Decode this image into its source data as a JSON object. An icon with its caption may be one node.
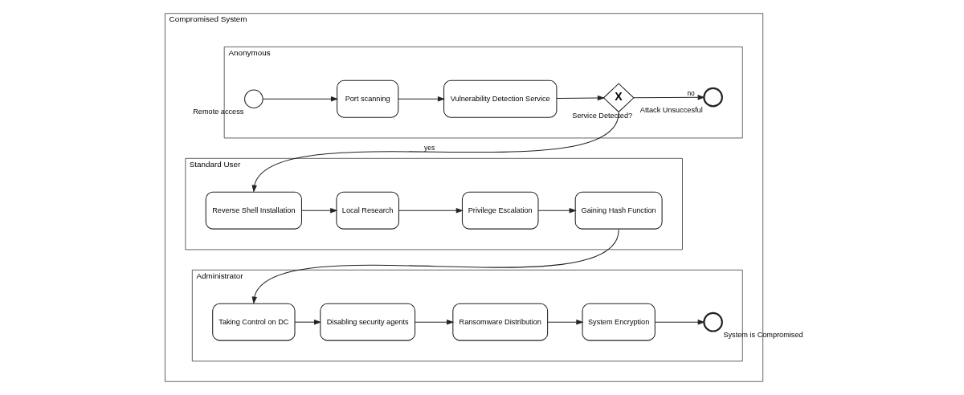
{
  "diagram": {
    "nodes": [
      {
        "text": [
          "Compromised System"
        ]
      },
      {
        "text": [
          "Anonymous"
        ],
        "in": 0
      },
      {
        "text": [
          "Remote access"
        ],
        "in": 1
      },
      {
        "text": [
          "Port scanning"
        ],
        "in": 1
      },
      {
        "text": [
          "Vulnerability Detection Service"
        ],
        "in": 1
      },
      {
        "text": [
          "X",
          "Service Detected?"
        ],
        "in": 1
      },
      {
        "text": [
          "Attack Unsuccesful"
        ],
        "in": 1
      },
      {
        "text": [
          "Standard User"
        ],
        "in": 0
      },
      {
        "text": [
          "Reverse Shell Installation"
        ],
        "in": 7
      },
      {
        "text": [
          "Local Research"
        ],
        "in": 7
      },
      {
        "text": [
          "Privilege Escalation"
        ],
        "in": 7
      },
      {
        "text": [
          "Gaining Hash Function"
        ],
        "in": 7
      },
      {
        "text": [
          "Administrator"
        ],
        "in": 0
      },
      {
        "text": [
          "Taking Control on DC"
        ],
        "in": 12
      },
      {
        "text": [
          "Disabling security agents"
        ],
        "in": 12
      },
      {
        "text": [
          "Ransomware Distribution"
        ],
        "in": 12
      },
      {
        "text": [
          "System Encryption"
        ],
        "in": 12
      },
      {
        "text": [
          "System is Compromised"
        ],
        "in": 12
      }
    ],
    "edges": [
      {
        "from": 2,
        "to": 3,
        "arrow": "to"
      },
      {
        "from": 3,
        "to": 4,
        "arrow": "to"
      },
      {
        "from": 4,
        "to": 5,
        "arrow": "to"
      },
      {
        "from": 5,
        "to": 6,
        "arrow": "to",
        "label": "no"
      },
      {
        "from": 5,
        "to": 8,
        "arrow": "to",
        "label": "yes"
      },
      {
        "from": 8,
        "to": 9,
        "arrow": "to"
      },
      {
        "from": 9,
        "to": 10,
        "arrow": "to"
      },
      {
        "from": 10,
        "to": 11,
        "arrow": "to"
      },
      {
        "from": 11,
        "to": 13,
        "arrow": "to"
      },
      {
        "from": 13,
        "to": 14,
        "arrow": "to"
      },
      {
        "from": 14,
        "to": 15,
        "arrow": "to"
      },
      {
        "from": 15,
        "to": 16,
        "arrow": "to"
      },
      {
        "from": 16,
        "to": 17,
        "arrow": "to"
      }
    ]
  }
}
